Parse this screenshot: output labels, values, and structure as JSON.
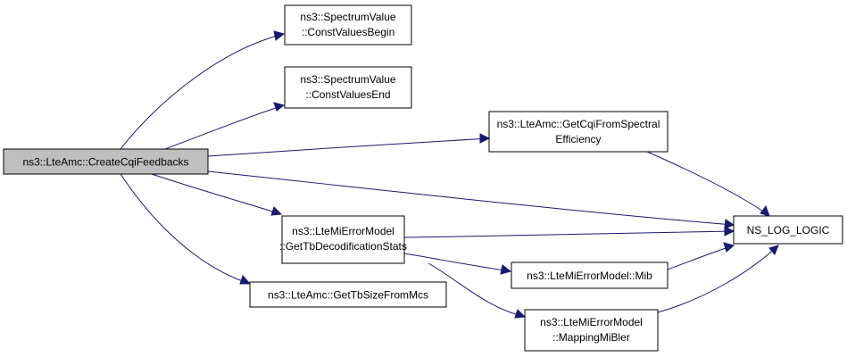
{
  "colors": {
    "edge": "#191970",
    "root_fill": "#bfbfbf",
    "node_fill": "#ffffff",
    "border": "#000000"
  },
  "nodes": {
    "create_cqi": {
      "lines": [
        "ns3::LteAmc::CreateCqiFeedbacks"
      ]
    },
    "cvb": {
      "lines": [
        "ns3::SpectrumValue",
        "::ConstValuesBegin"
      ]
    },
    "cve": {
      "lines": [
        "ns3::SpectrumValue",
        "::ConstValuesEnd"
      ]
    },
    "get_cqi": {
      "lines": [
        "ns3::LteAmc::GetCqiFromSpectral",
        "Efficiency"
      ]
    },
    "ns_log": {
      "lines": [
        "NS_LOG_LOGIC"
      ]
    },
    "get_tb_decod": {
      "lines": [
        "ns3::LteMiErrorModel",
        "::GetTbDecodificationStats"
      ]
    },
    "get_tb_size": {
      "lines": [
        "ns3::LteAmc::GetTbSizeFromMcs"
      ]
    },
    "mib": {
      "lines": [
        "ns3::LteMiErrorModel::Mib"
      ]
    },
    "mapping": {
      "lines": [
        "ns3::LteMiErrorModel",
        "::MappingMiBler"
      ]
    }
  },
  "edges": [
    [
      "create_cqi",
      "cvb"
    ],
    [
      "create_cqi",
      "cve"
    ],
    [
      "create_cqi",
      "get_cqi"
    ],
    [
      "create_cqi",
      "ns_log"
    ],
    [
      "create_cqi",
      "get_tb_decod"
    ],
    [
      "create_cqi",
      "get_tb_size"
    ],
    [
      "get_cqi",
      "ns_log"
    ],
    [
      "get_tb_decod",
      "ns_log"
    ],
    [
      "get_tb_decod",
      "mib"
    ],
    [
      "get_tb_decod",
      "mapping"
    ],
    [
      "mib",
      "ns_log"
    ],
    [
      "mapping",
      "ns_log"
    ]
  ]
}
